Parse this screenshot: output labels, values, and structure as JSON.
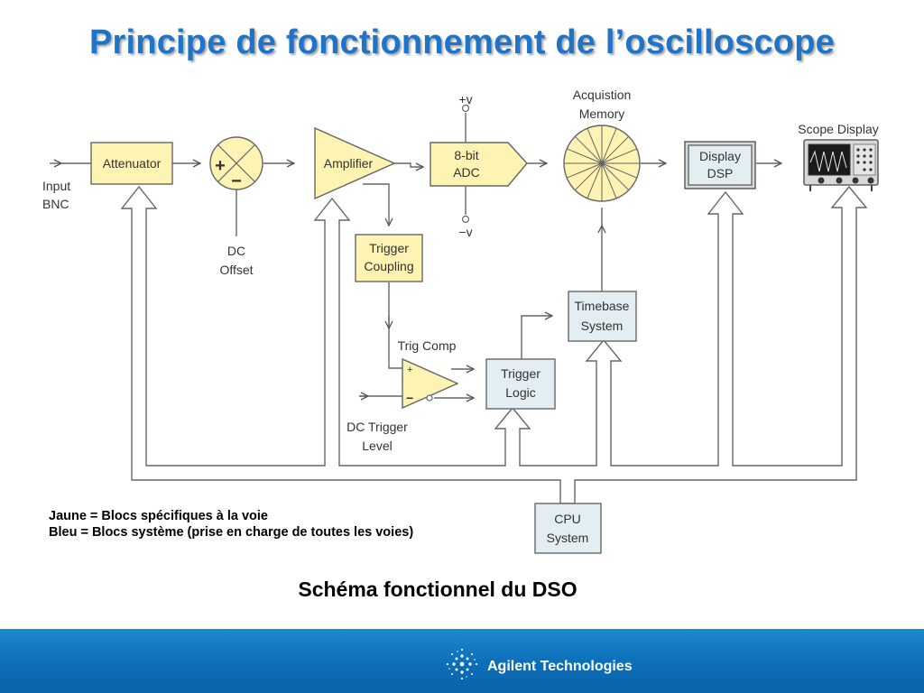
{
  "title": "Principe de fonctionnement de l’oscilloscope",
  "diagram": {
    "input_label": [
      "Input",
      "BNC"
    ],
    "attenuator": "Attenuator",
    "plus": "+",
    "minus": "−",
    "dc_offset": [
      "DC",
      "Offset"
    ],
    "amplifier": "Amplifier",
    "adc": [
      "8-bit",
      "ADC"
    ],
    "plus_v": "+v",
    "minus_v": "−v",
    "acq_memory": [
      "Acquistion",
      "Memory"
    ],
    "display_dsp": [
      "Display",
      "DSP"
    ],
    "scope_display": "Scope Display",
    "trigger_coupling": [
      "Trigger",
      "Coupling"
    ],
    "trig_comp": "Trig Comp",
    "comp_plus": "+",
    "comp_minus": "−",
    "dc_trigger_level": [
      "DC Trigger",
      "Level"
    ],
    "trigger_logic": [
      "Trigger",
      "Logic"
    ],
    "timebase": [
      "Timebase",
      "System"
    ],
    "cpu": [
      "CPU",
      "System"
    ]
  },
  "legend": {
    "yellow": "Jaune = Blocs spécifiques à la voie",
    "blue": "Bleu = Blocs système (prise en charge de toutes les voies)"
  },
  "caption": "Schéma fonctionnel du DSO",
  "footer": {
    "logo_text": "Agilent Technologies",
    "logo_icon": "agilent-spark-icon"
  },
  "colors": {
    "title": "#1f74c7",
    "yellow_block": "#fdf3b3",
    "blue_block": "#e2eef2",
    "footer": "#0b6eb8"
  }
}
